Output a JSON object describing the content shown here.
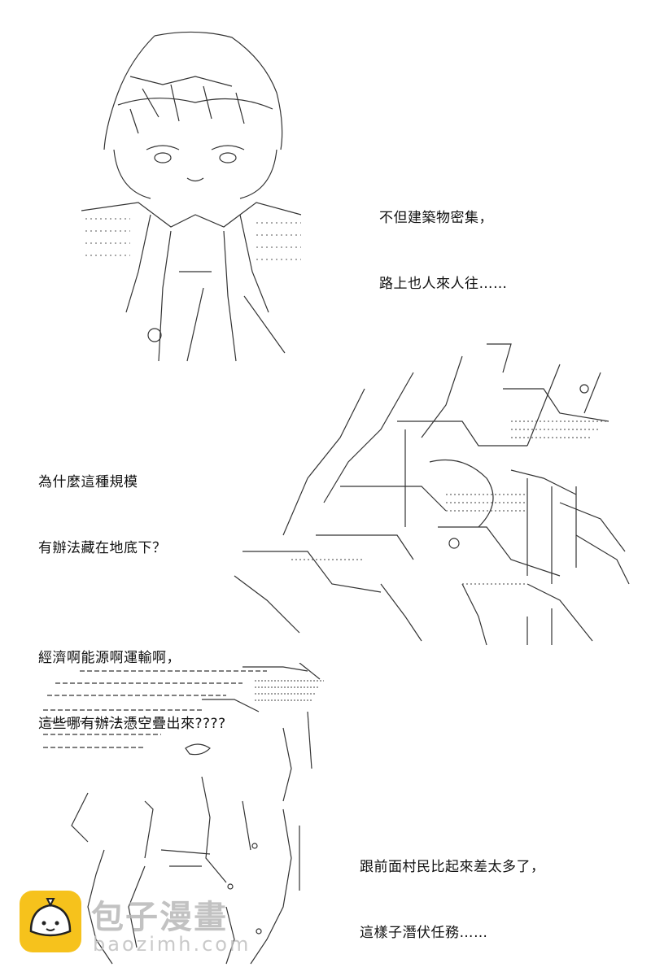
{
  "panels": [
    {
      "caption_lines": [
        "不但建築物密集，",
        "路上也人來人往……"
      ]
    },
    {
      "caption_lines": [
        "為什麼這種規模",
        "有辦法藏在地底下？",
        "",
        "經濟啊能源啊運輸啊，",
        "這些哪有辦法憑空疊出來????"
      ]
    },
    {
      "caption_lines": [
        "跟前面村民比起來差太多了，",
        "這樣子潛伏任務……"
      ]
    }
  ],
  "watermark": {
    "name": "包子漫畫",
    "url": "baozimh.com",
    "badge_color": "#f6c21c"
  }
}
